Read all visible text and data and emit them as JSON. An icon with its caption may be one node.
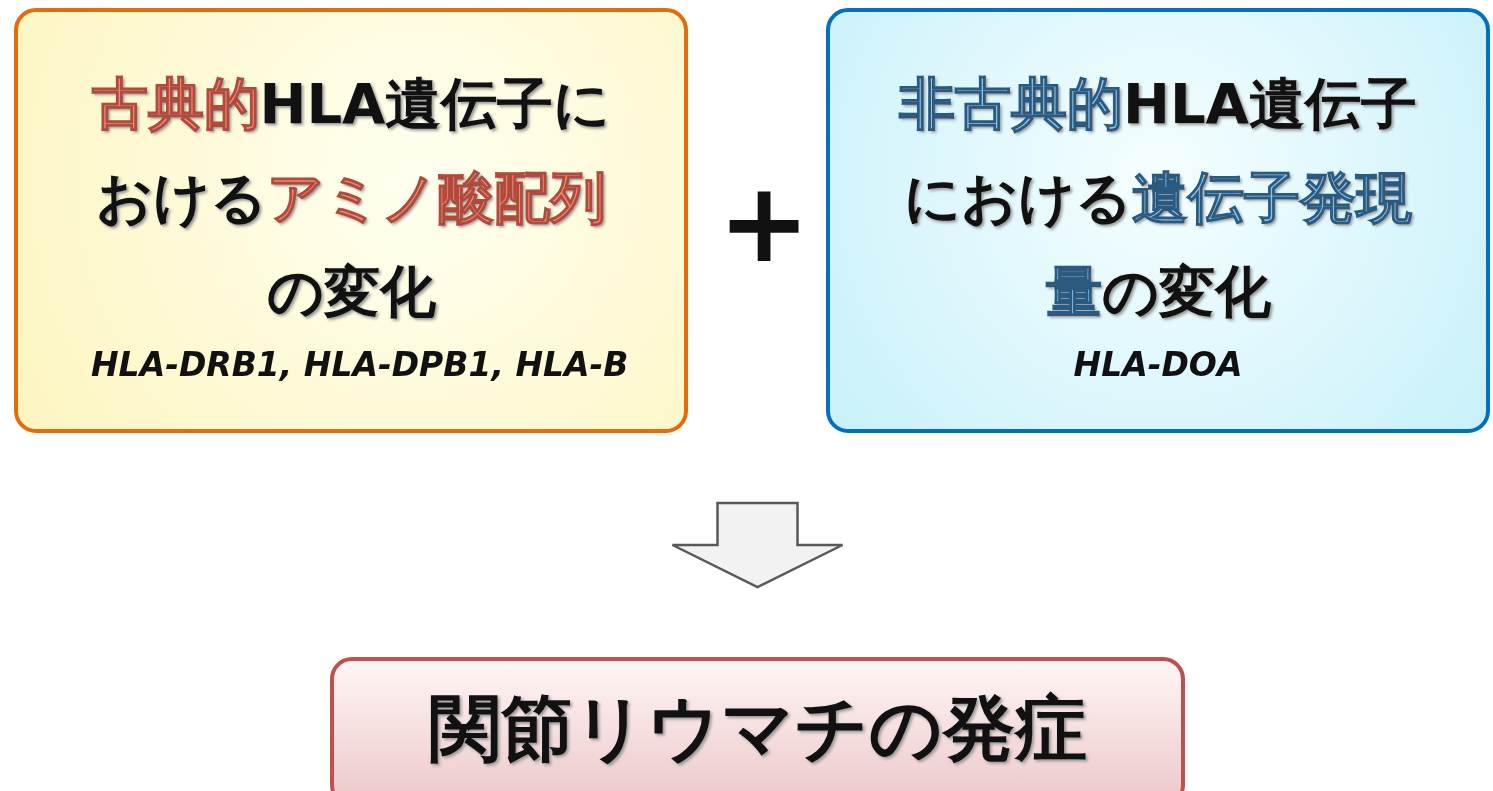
{
  "diagram": {
    "nodes": [
      {
        "text": [
          "**古典的**HLA遺伝子における**アミノ酸配列**の変化",
          "HLA-DRB1, HLA-DPB1, HLA-B"
        ]
      },
      {
        "text": [
          "**非古典的**HLA遺伝子における**遺伝子発現量**の変化",
          "HLA-DOA"
        ]
      },
      {
        "text": [
          "関節リウマチの発症"
        ]
      }
    ],
    "edges": [
      {
        "from": 0,
        "to": 2,
        "arrow": "to"
      },
      {
        "from": 1,
        "to": 2,
        "arrow": "to"
      }
    ],
    "labels": [
      "+"
    ]
  }
}
